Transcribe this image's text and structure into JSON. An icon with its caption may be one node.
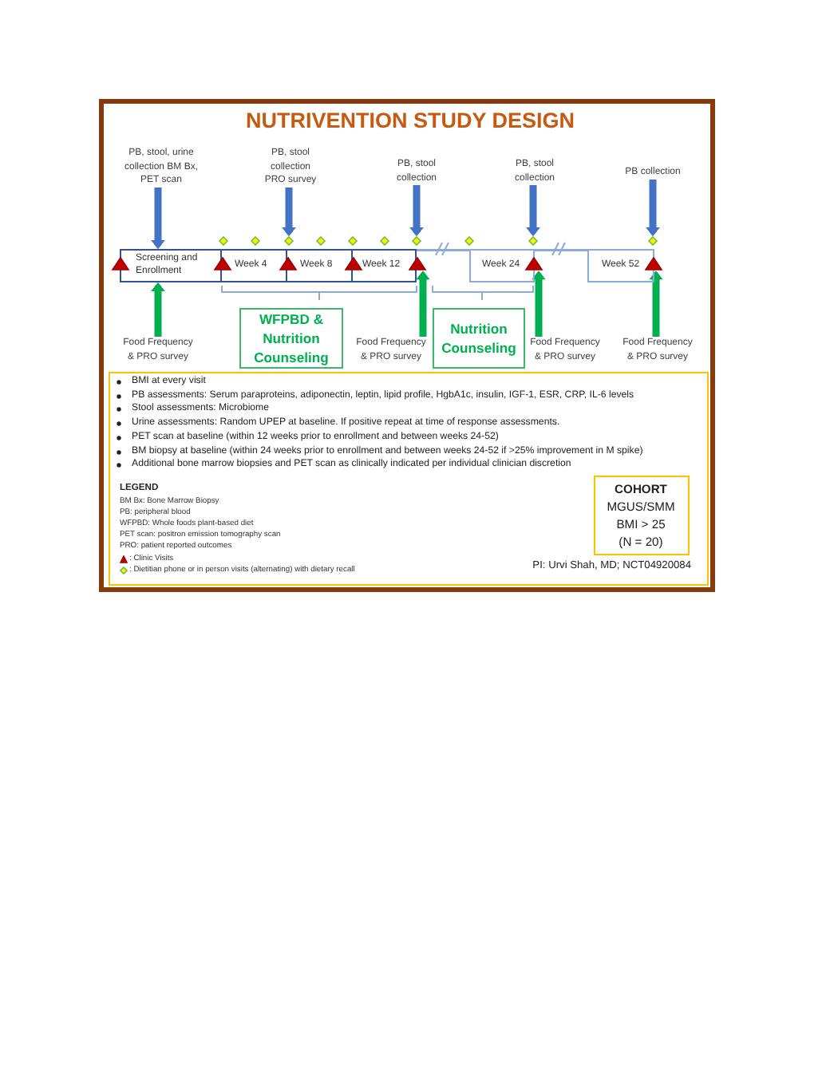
{
  "diagram": {
    "title": "NUTRIVENTION STUDY DESIGN",
    "nodes": [
      {
        "text": [
          "PB, stool, urine collection BM Bx, PET scan"
        ]
      },
      {
        "text": [
          "PB, stool collection PRO survey"
        ]
      },
      {
        "text": [
          "PB, stool collection"
        ]
      },
      {
        "text": [
          "PB, stool collection"
        ]
      },
      {
        "text": [
          "PB collection"
        ]
      },
      {
        "text": [],
        "shape": "diamond"
      },
      {
        "text": [],
        "shape": "diamond"
      },
      {
        "text": [],
        "shape": "diamond"
      },
      {
        "text": [],
        "shape": "diamond"
      },
      {
        "text": [],
        "shape": "diamond"
      },
      {
        "text": [],
        "shape": "diamond"
      },
      {
        "text": [],
        "shape": "diamond"
      },
      {
        "text": [],
        "shape": "diamond"
      },
      {
        "text": [],
        "shape": "diamond"
      },
      {
        "text": [],
        "shape": "diamond"
      },
      {
        "text": [
          "Screening and Enrollment"
        ]
      },
      {
        "text": [
          "Week 4"
        ]
      },
      {
        "text": [
          "Week 8"
        ]
      },
      {
        "text": [
          "Week 12"
        ]
      },
      {
        "text": [
          "Week 24"
        ]
      },
      {
        "text": [
          "Week 52"
        ]
      },
      {
        "text": [],
        "shape": "triangle"
      },
      {
        "text": [],
        "shape": "triangle"
      },
      {
        "text": [],
        "shape": "triangle"
      },
      {
        "text": [],
        "shape": "triangle"
      },
      {
        "text": [],
        "shape": "triangle"
      },
      {
        "text": [],
        "shape": "triangle"
      },
      {
        "text": [],
        "shape": "triangle"
      },
      {
        "text": [
          "Food Frequency & PRO survey"
        ]
      },
      {
        "text": [
          "WFPBD & Nutrition Counseling"
        ]
      },
      {
        "text": [
          "Food Frequency & PRO survey"
        ]
      },
      {
        "text": [
          "Nutrition Counseling"
        ]
      },
      {
        "text": [
          "Food Frequency & PRO survey"
        ]
      },
      {
        "text": [
          "Food Frequency & PRO survey"
        ]
      },
      {
        "text": [
          "BMI at every visit",
          "PB assessments: Serum paraproteins, adiponectin, leptin, lipid profile, HgbA1c, insulin, IGF-1, ESR, CRP, IL-6 levels",
          "Stool assessments: Microbiome",
          "Urine assessments: Random UPEP at baseline. If positive repeat at time of response assessments.",
          "PET scan at baseline (within 12 weeks prior to enrollment and between weeks 24-52)",
          "BM biopsy at baseline (within 24 weeks prior to enrollment and between weeks 24-52 if >25% improvement in M spike)",
          "Additional bone marrow biopsies and PET scan as clinically indicated per individual clinician discretion",
          "PI: Urvi Shah, MD; NCT04920084"
        ]
      },
      {
        "text": [
          "COHORT",
          "MGUS/SMM",
          "BMI > 25",
          "(N = 20)"
        ],
        "in": 34
      }
    ],
    "edges": [
      {
        "from": 0,
        "to": 15,
        "arrow": "to"
      },
      {
        "from": 1,
        "to": 7,
        "arrow": "to"
      },
      {
        "from": 2,
        "to": 11,
        "arrow": "to"
      },
      {
        "from": 3,
        "to": 13,
        "arrow": "to"
      },
      {
        "from": 4,
        "to": 14,
        "arrow": "to"
      },
      {
        "from": 28,
        "to": 15,
        "arrow": "to",
        "color": "#00b050"
      },
      {
        "from": 30,
        "to": 25,
        "arrow": "to",
        "color": "#00b050"
      },
      {
        "from": 32,
        "to": 26,
        "arrow": "to",
        "color": "#00b050"
      },
      {
        "from": 33,
        "to": 27,
        "arrow": "to",
        "color": "#00b050"
      },
      {
        "from": 18,
        "to": 19,
        "arrow": "none",
        "color": "#8eaadb"
      },
      {
        "from": 19,
        "to": 20,
        "arrow": "none",
        "color": "#8eaadb"
      }
    ],
    "labels": [
      "LEGEND"
    ],
    "legend": [
      {
        "text": "BM Bx: Bone Marrow Biopsy"
      },
      {
        "text": "PB: peripheral blood"
      },
      {
        "text": "WFPBD: Whole foods plant-based diet"
      },
      {
        "text": "PET scan: positron emission tomography scan"
      },
      {
        "text": "PRO: patient reported outcomes"
      },
      {
        "text": ": Clinic Visits"
      },
      {
        "text": ": Dietitian phone or in person visits (alternating) with dietary recall"
      }
    ]
  }
}
